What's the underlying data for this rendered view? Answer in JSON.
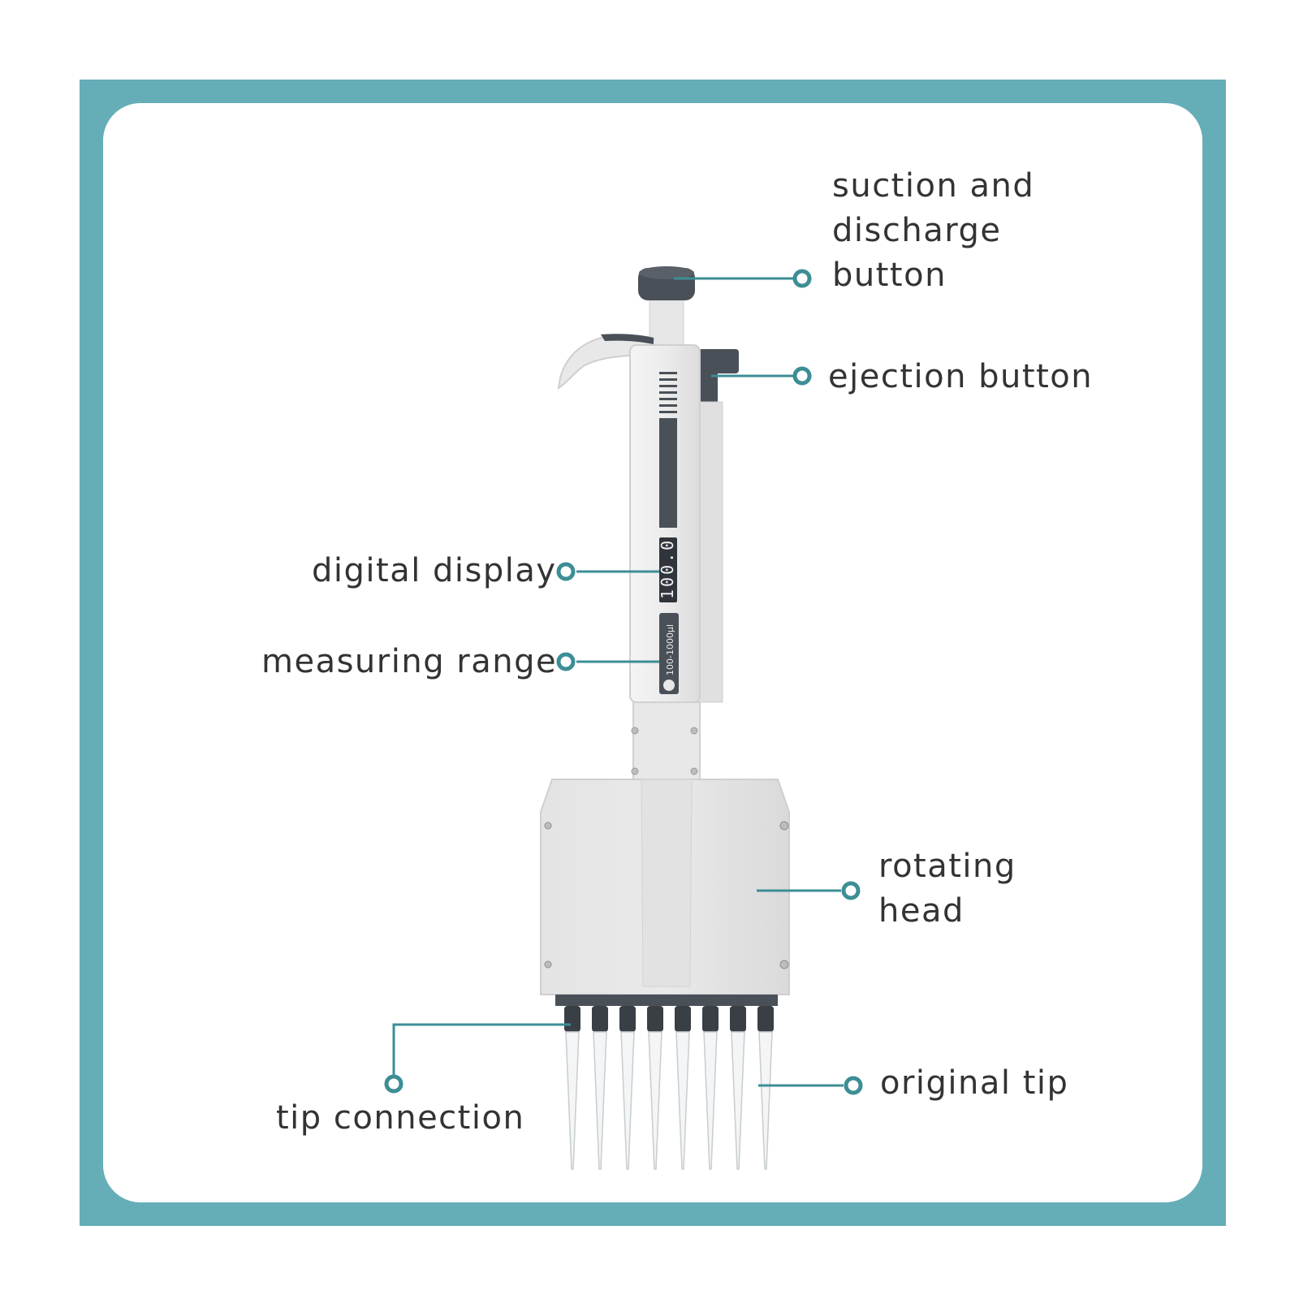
{
  "colors": {
    "frame": "#65aeb7",
    "card": "#ffffff",
    "leader": "#3c8e95",
    "body": "#ececec",
    "dark": "#4a5058",
    "text": "#333333"
  },
  "labels": {
    "suction_button": "suction and\ndischarge\nbutton",
    "ejection_button": "ejection button",
    "digital_display": "digital display",
    "measuring_range": "measuring range",
    "rotating_head": "rotating\nhead",
    "tip_connection": "tip connection",
    "original_tip": "original tip"
  },
  "device": {
    "display_value": "100.0",
    "range_text": "100-1000μl",
    "channel_count": 8
  }
}
